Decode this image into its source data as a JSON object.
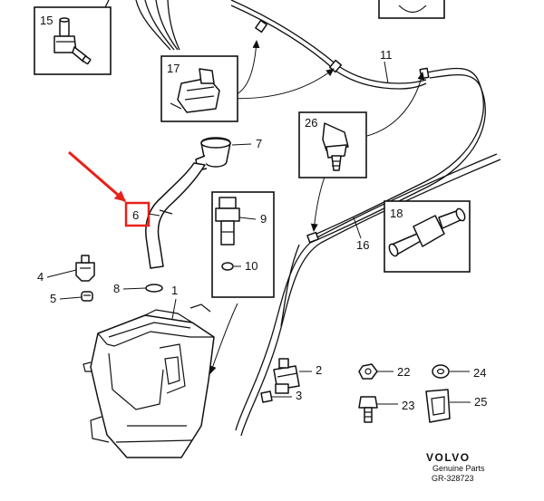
{
  "diagram": {
    "accent_color": "#e8201a",
    "highlighted_part": "6",
    "callouts": {
      "p1": "1",
      "p2": "2",
      "p3": "3",
      "p4": "4",
      "p5": "5",
      "p6": "6",
      "p7": "7",
      "p8": "8",
      "p9": "9",
      "p10": "10",
      "p11": "11",
      "p15": "15",
      "p16": "16",
      "p17": "17",
      "p18": "18",
      "p22": "22",
      "p23": "23",
      "p24": "24",
      "p25": "25",
      "p26": "26"
    },
    "brand": {
      "name": "VOLVO",
      "subtitle": "Genuine Parts",
      "reference": "GR-328723"
    }
  }
}
